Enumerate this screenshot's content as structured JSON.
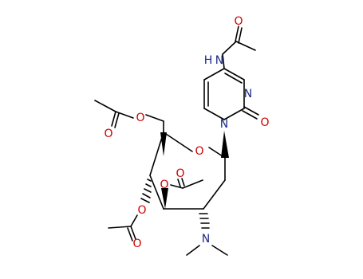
{
  "colors": {
    "bond": "#000000",
    "oxygen": "#cc0000",
    "nitrogen": "#1b2a86",
    "background": "#ffffff"
  },
  "atoms": {
    "o_amide_carbonyl": "O",
    "n_amide": "N",
    "h_amide": "H",
    "n_ring_3": "N",
    "n_ring_1": "N",
    "o_ring_carbonyl": "O",
    "o_ester_6": "O",
    "o_acetyl_6": "O",
    "o_pyranose_ring": "O",
    "o_acetyl_3": "O",
    "o_ester_3": "O",
    "o_ester_4": "O",
    "o_acetyl_4": "O",
    "n_dimethylamino": "N"
  }
}
